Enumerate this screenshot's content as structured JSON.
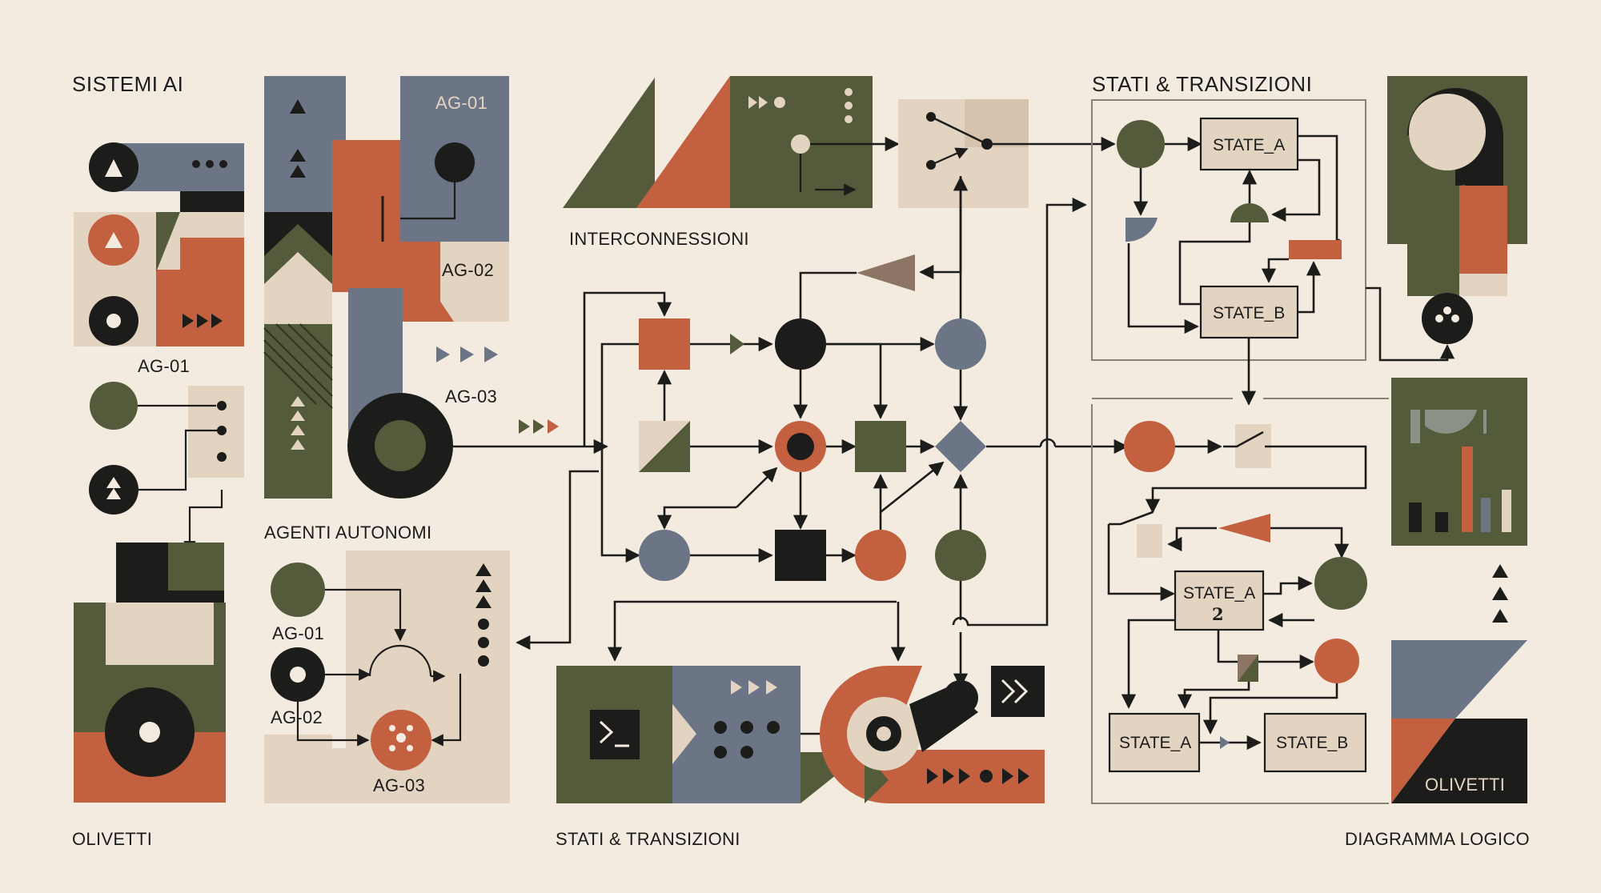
{
  "colors": {
    "background": "#f3ebe0",
    "cream": "#e3d4c2",
    "olive": "#545b3a",
    "rust": "#c2603f",
    "slate": "#6c7585",
    "black": "#1c1c1a",
    "taupe": "#8c7564"
  },
  "labels": {
    "sistemi_ai": "SISTEMI AI",
    "stati_transizioni_top": "STATI & TRANSIZIONI",
    "interconnessioni": "INTERCONNESSIONI",
    "agenti_autonomi": "AGENTI AUTONOMI",
    "olivetti_bottom": "OLIVETTI",
    "stati_transizioni_bottom": "STATI & TRANSIZIONI",
    "diagramma_logico": "DIAGRAMMA LOGICO",
    "olivetti_panel": "OLIVETTI"
  },
  "agents": {
    "left_ag01": "AG-01",
    "tile_ag01": "AG-01",
    "tile_ag02": "AG-02",
    "tile_ag03": "AG-03",
    "panel_ag01": "AG-01",
    "panel_ag02": "AG-02",
    "panel_ag03": "AG-03"
  },
  "states": {
    "top_a": "STATE_A",
    "top_b": "STATE_B",
    "lower_a2_line1": "STATE_A",
    "lower_a2_line2": "2",
    "bottom_a": "STATE_A",
    "bottom_b": "STATE_B"
  },
  "icons": {
    "terminal": "terminal-icon",
    "chevrons": "double-chevron-right-icon",
    "triangles": "triangle-icon",
    "dots": "dots-icon"
  }
}
